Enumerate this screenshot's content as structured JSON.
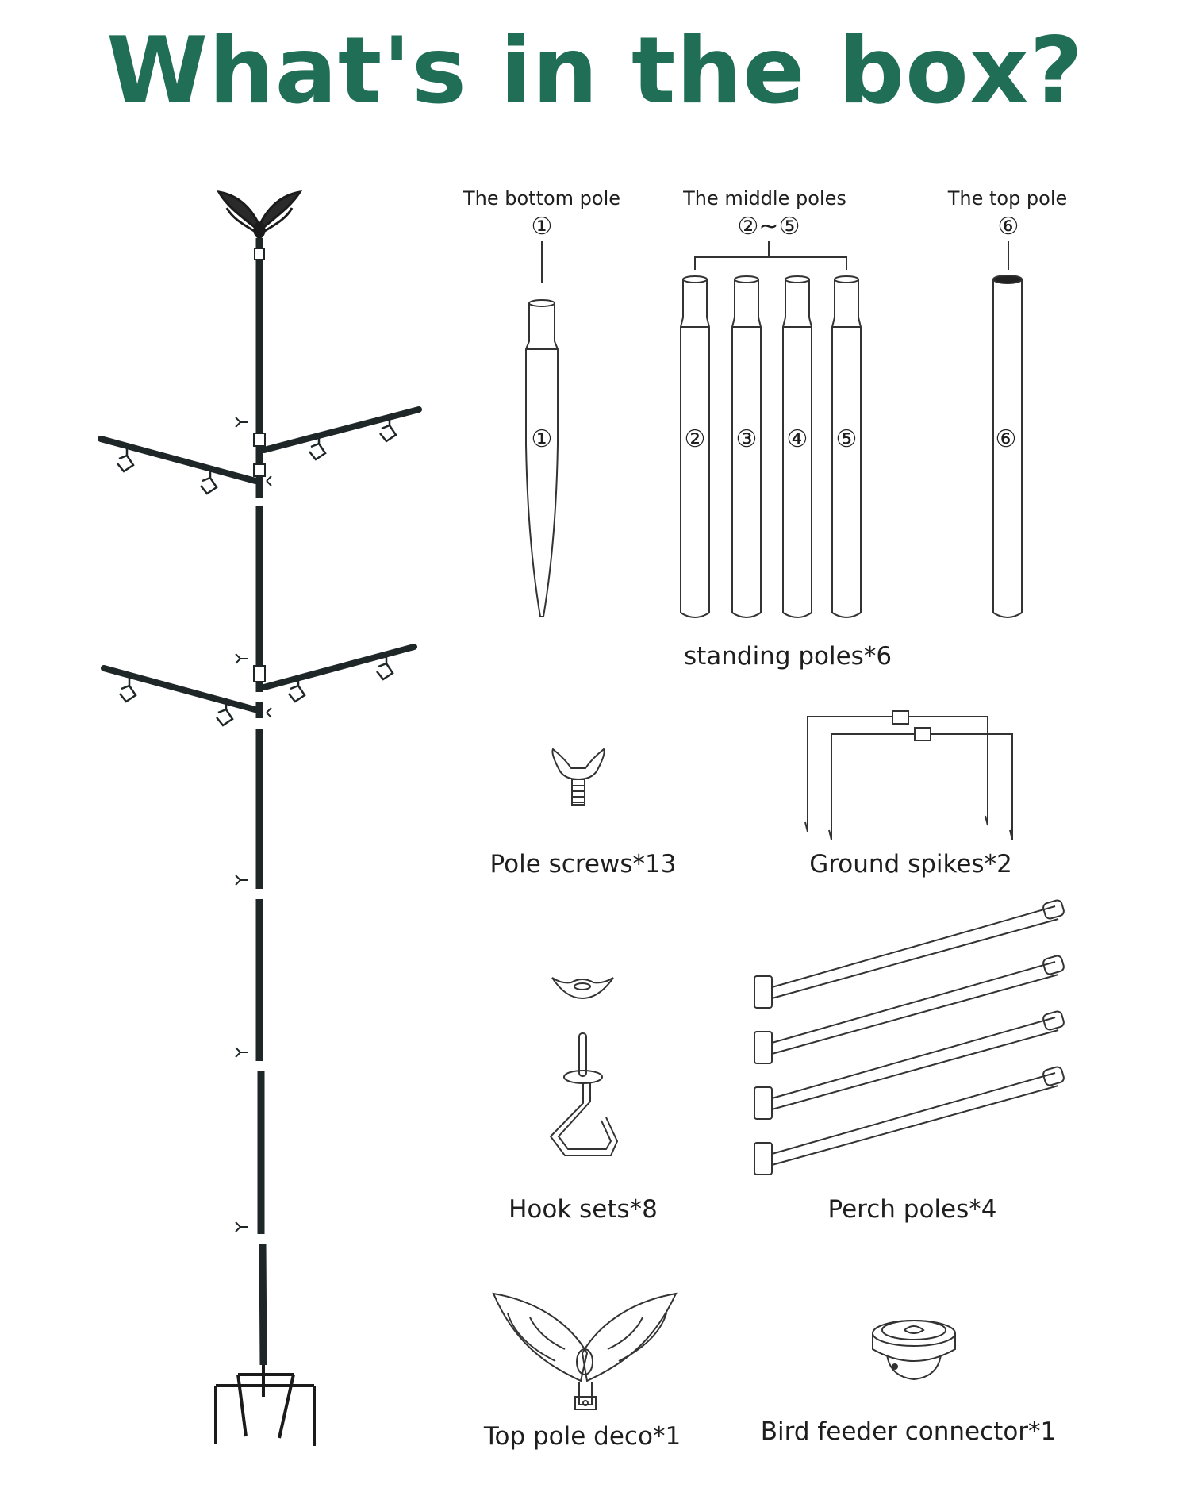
{
  "title": "What's in the box?",
  "accent_color": "#206e56",
  "poles": {
    "bottom": {
      "label": "The bottom pole",
      "number": "①"
    },
    "middle": {
      "label": "The middle poles",
      "number": "②~⑤",
      "numbers": [
        "②",
        "③",
        "④",
        "⑤"
      ]
    },
    "top": {
      "label": "The top pole",
      "number": "⑥"
    },
    "caption": "standing poles*6"
  },
  "captions": {
    "pole_screws": "Pole screws*13",
    "ground_spikes": "Ground spikes*2",
    "hook_sets": "Hook sets*8",
    "perch_poles": "Perch poles*4",
    "top_pole_deco": "Top pole deco*1",
    "bird_feeder_connector": "Bird feeder connector*1"
  }
}
